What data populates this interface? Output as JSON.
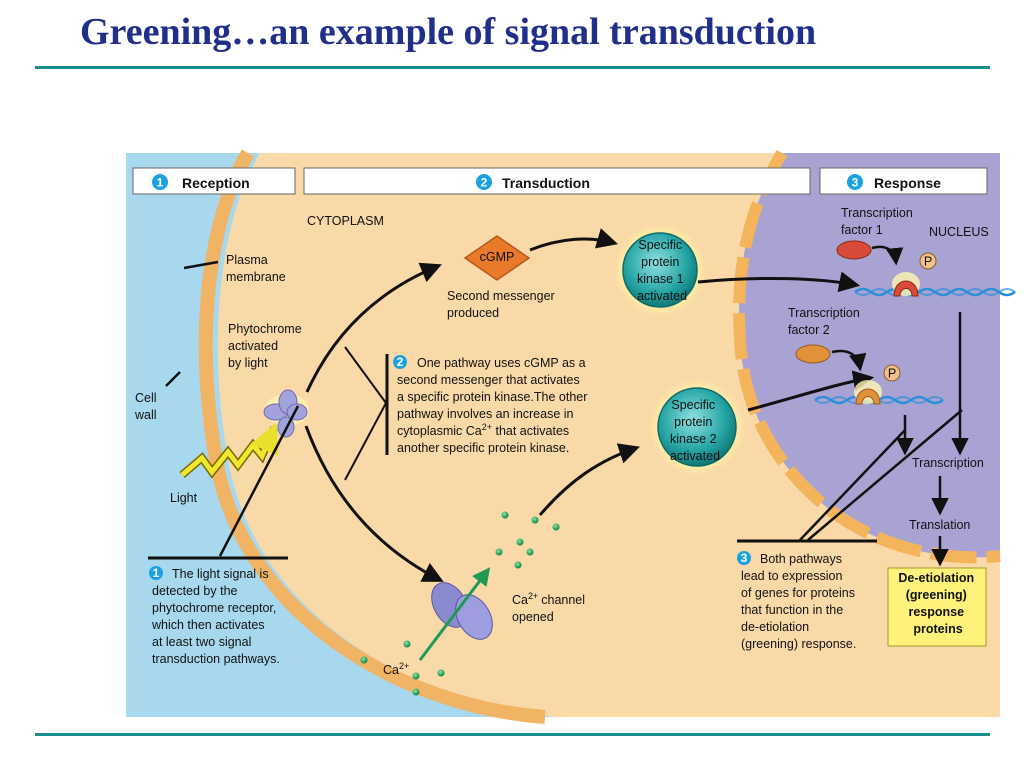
{
  "title": "Greening…an example of signal transduction",
  "headers": {
    "reception": {
      "num": "1",
      "label": "Reception"
    },
    "transduction": {
      "num": "2",
      "label": "Transduction"
    },
    "response": {
      "num": "3",
      "label": "Response"
    }
  },
  "labels": {
    "cytoplasm": "CYTOPLASM",
    "nucleus": "NUCLEUS",
    "plasma_membrane": [
      "Plasma",
      "membrane"
    ],
    "cell_wall": [
      "Cell",
      "wall"
    ],
    "phytochrome": [
      "Phytochrome",
      "activated",
      "by light"
    ],
    "light": "Light",
    "cgmp": "cGMP",
    "second_messenger": [
      "Second messenger",
      "produced"
    ],
    "kinase1": [
      "Specific",
      "protein",
      "kinase 1",
      "activated"
    ],
    "kinase2": [
      "Specific",
      "protein",
      "kinase 2",
      "activated"
    ],
    "tf1": [
      "Transcription",
      "factor 1"
    ],
    "tf2": [
      "Transcription",
      "factor 2"
    ],
    "p_badge": "P",
    "transcription": "Transcription",
    "translation": "Translation",
    "ca_channel": [
      "channel",
      "opened"
    ],
    "ca_symbol": "Ca",
    "ca_charge": "2+",
    "response_box": [
      "De-etiolation",
      "(greening)",
      "response",
      "proteins"
    ]
  },
  "notes": {
    "step1": {
      "num": "1",
      "lines": [
        "The light signal is",
        "detected by the",
        "phytochrome receptor,",
        "which then activates",
        "at least two signal",
        "transduction pathways."
      ]
    },
    "step2": {
      "num": "2",
      "line1": "One pathway uses cGMP as a",
      "line2": "second messenger that activates",
      "line3": "a specific protein kinase.The other",
      "line4": "pathway involves an increase in",
      "line5_pre": "cytoplasmic Ca",
      "line5_sup": "2+",
      "line5_post": " that activates",
      "line6": "another specific protein kinase."
    },
    "step3": {
      "num": "3",
      "lines": [
        "Both pathways",
        "lead to expression",
        "of genes for proteins",
        "that function in the",
        "de-etiolation",
        "(greening) response."
      ]
    }
  },
  "colors": {
    "cell_wall": "#a8d8ee",
    "cytoplasm": "#fad9a8",
    "membrane": "#f0b464",
    "nucleus": "#a9a3d4",
    "kinase": "#23a3a3",
    "step_badge": "#1aa1e0",
    "response_box": "#fff27a",
    "title": "#1f2f8a",
    "rule": "#1b8c8c"
  }
}
